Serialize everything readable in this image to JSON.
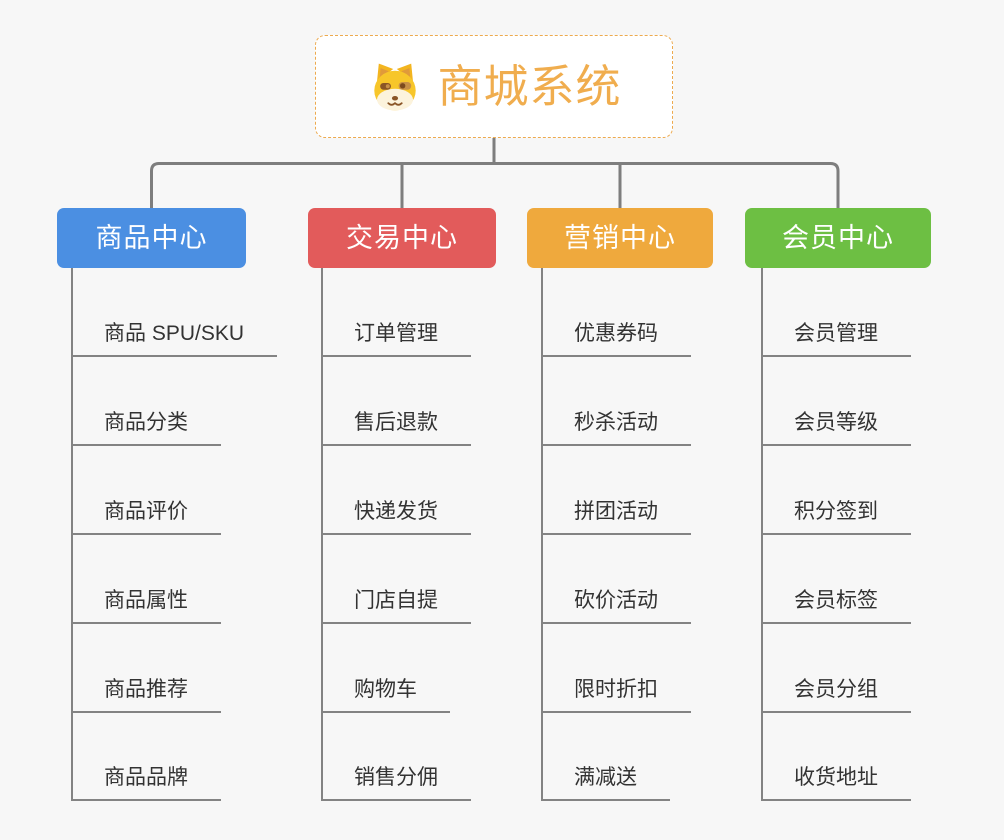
{
  "root": {
    "title": "商城系统",
    "icon": "dog-face-icon"
  },
  "branches": [
    {
      "label": "商品中心",
      "color": "#4B8FE2",
      "items": [
        "商品 SPU/SKU",
        "商品分类",
        "商品评价",
        "商品属性",
        "商品推荐",
        "商品品牌"
      ]
    },
    {
      "label": "交易中心",
      "color": "#E25B5B",
      "items": [
        "订单管理",
        "售后退款",
        "快递发货",
        "门店自提",
        "购物车",
        "销售分佣"
      ]
    },
    {
      "label": "营销中心",
      "color": "#EFA93D",
      "items": [
        "优惠券码",
        "秒杀活动",
        "拼团活动",
        "砍价活动",
        "限时折扣",
        "满减送"
      ]
    },
    {
      "label": "会员中心",
      "color": "#6DBF43",
      "items": [
        "会员管理",
        "会员等级",
        "积分签到",
        "会员标签",
        "会员分组",
        "收货地址"
      ]
    }
  ],
  "colors": {
    "background": "#F7F7F7",
    "connector": "#7E7E7E",
    "node_line": "#838383",
    "item_text": "#333333",
    "root_accent": "#F0AD4E",
    "root_border": "#EDAA4E"
  }
}
